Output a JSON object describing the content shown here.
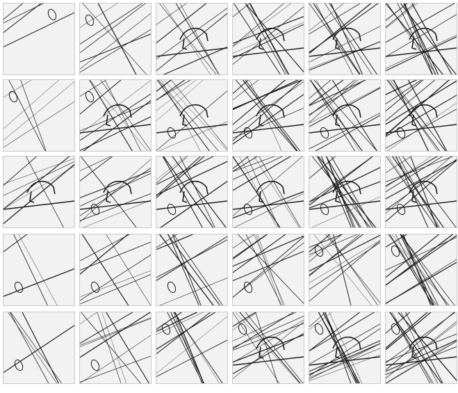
{
  "artwork": {
    "rows": 5,
    "columns": 6,
    "palette": {
      "paper": "#ffffff",
      "sky": "#f2f2f2",
      "wire": "#1a1a1a",
      "frame": "#c8c8c8"
    },
    "tiles": [
      {
        "row": 0,
        "col": 0,
        "lines": 4,
        "loop": "top",
        "bracket": false
      },
      {
        "row": 0,
        "col": 1,
        "lines": 8,
        "loop": "topleft",
        "bracket": false
      },
      {
        "row": 0,
        "col": 2,
        "lines": 9,
        "loop": "none",
        "bracket": true
      },
      {
        "row": 0,
        "col": 3,
        "lines": 12,
        "loop": "none",
        "bracket": true
      },
      {
        "row": 0,
        "col": 4,
        "lines": 13,
        "loop": "none",
        "bracket": true
      },
      {
        "row": 0,
        "col": 5,
        "lines": 15,
        "loop": "none",
        "bracket": true
      },
      {
        "row": 1,
        "col": 0,
        "lines": 6,
        "loop": "topleft",
        "bracket": false
      },
      {
        "row": 1,
        "col": 1,
        "lines": 11,
        "loop": "topleft",
        "bracket": true
      },
      {
        "row": 1,
        "col": 2,
        "lines": 12,
        "loop": "bottom",
        "bracket": true
      },
      {
        "row": 1,
        "col": 3,
        "lines": 13,
        "loop": "bottom",
        "bracket": true
      },
      {
        "row": 1,
        "col": 4,
        "lines": 15,
        "loop": "bottom",
        "bracket": true
      },
      {
        "row": 1,
        "col": 5,
        "lines": 16,
        "loop": "bottom",
        "bracket": true
      },
      {
        "row": 2,
        "col": 0,
        "lines": 7,
        "loop": "none",
        "bracket": true
      },
      {
        "row": 2,
        "col": 1,
        "lines": 9,
        "loop": "bottom",
        "bracket": true
      },
      {
        "row": 2,
        "col": 2,
        "lines": 11,
        "loop": "bottom",
        "bracket": true
      },
      {
        "row": 2,
        "col": 3,
        "lines": 13,
        "loop": "bottom",
        "bracket": true
      },
      {
        "row": 2,
        "col": 4,
        "lines": 15,
        "loop": "bottom",
        "bracket": true
      },
      {
        "row": 2,
        "col": 5,
        "lines": 17,
        "loop": "bottom",
        "bracket": true
      },
      {
        "row": 3,
        "col": 0,
        "lines": 4,
        "loop": "bottom",
        "bracket": false
      },
      {
        "row": 3,
        "col": 1,
        "lines": 8,
        "loop": "bottom",
        "bracket": false
      },
      {
        "row": 3,
        "col": 2,
        "lines": 10,
        "loop": "bottom",
        "bracket": false
      },
      {
        "row": 3,
        "col": 3,
        "lines": 13,
        "loop": "bottom",
        "bracket": false
      },
      {
        "row": 3,
        "col": 4,
        "lines": 15,
        "loop": "topleft",
        "bracket": false
      },
      {
        "row": 3,
        "col": 5,
        "lines": 17,
        "loop": "topleft",
        "bracket": false
      },
      {
        "row": 4,
        "col": 0,
        "lines": 5,
        "loop": "bottom",
        "bracket": false
      },
      {
        "row": 4,
        "col": 1,
        "lines": 11,
        "loop": "bottom",
        "bracket": false
      },
      {
        "row": 4,
        "col": 2,
        "lines": 13,
        "loop": "topleft",
        "bracket": false
      },
      {
        "row": 4,
        "col": 3,
        "lines": 15,
        "loop": "topleft",
        "bracket": true
      },
      {
        "row": 4,
        "col": 4,
        "lines": 17,
        "loop": "topleft",
        "bracket": true
      },
      {
        "row": 4,
        "col": 5,
        "lines": 19,
        "loop": "topleft",
        "bracket": true
      }
    ]
  }
}
